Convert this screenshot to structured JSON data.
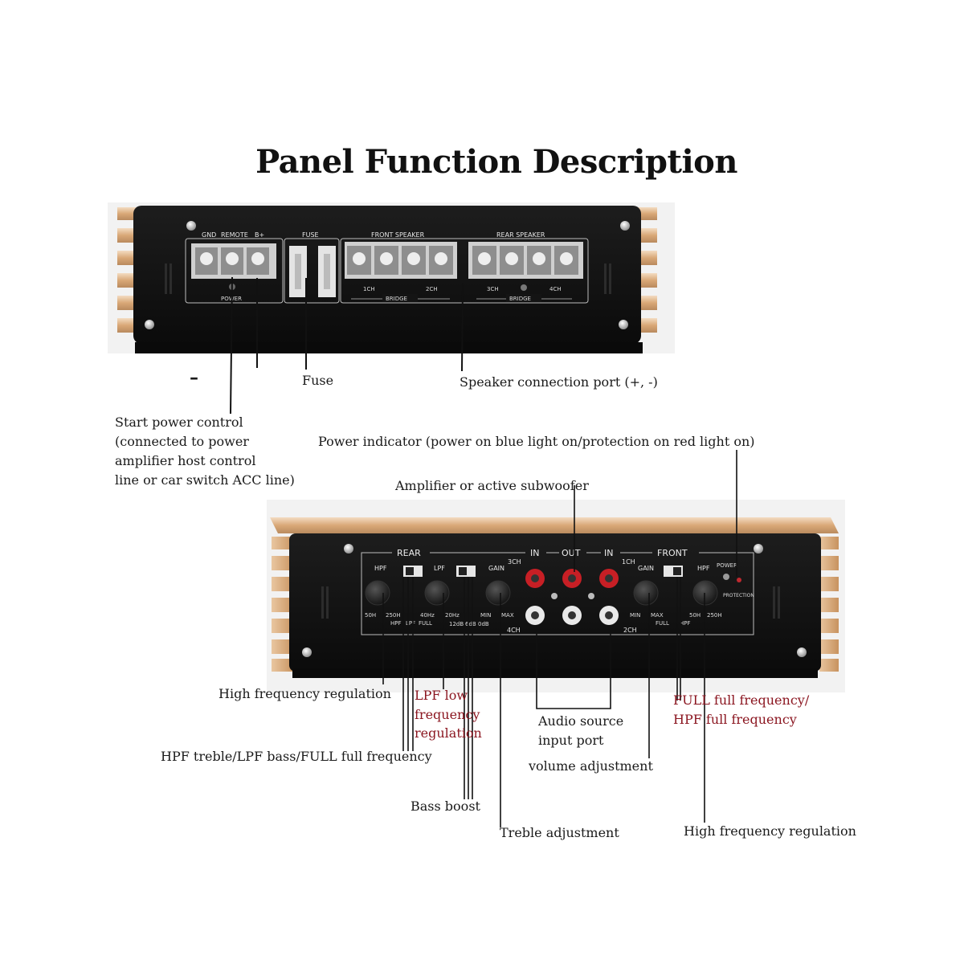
{
  "title": "Panel Function Description",
  "top_panel": {
    "gnd": "GND",
    "remote": "REMOTE",
    "bplus": "B+",
    "fuse": "FUSE",
    "front_speaker": "FRONT SPEAKER",
    "rear_speaker": "REAR SPEAKER",
    "power": "POWER",
    "ch1": "1CH",
    "ch2": "2CH",
    "ch3": "3CH",
    "ch4": "4CH",
    "bridge_1": "BRIDGE",
    "bridge_2": "BRIDGE"
  },
  "bottom_panel": {
    "rear": "REAR",
    "in_1": "IN",
    "out": "OUT",
    "in_2": "IN",
    "front": "FRONT",
    "hpf_left": "HPF",
    "lpf": "LPF",
    "gain_left": "GAIN",
    "ch3": "3CH",
    "ch1": "1CH",
    "gain_right": "GAIN",
    "hpf_right": "HPF",
    "power": "POWER",
    "protection": "PROTECTION",
    "f50h_left": "50H",
    "f250h_left": "250H",
    "hpf_sw_left": "HPF",
    "lpf_sw": "LPF",
    "f40hz": "40Hz",
    "f20hz": "20Hz",
    "full_sw_left": "FULL",
    "db12": "12dB",
    "db6": "6dB",
    "db0": "0dB",
    "min_left": "MIN",
    "max_left": "MAX",
    "ch4": "4CH",
    "ch2": "2CH",
    "min_right": "MIN",
    "max_right": "MAX",
    "full_sw_right": "FULL",
    "hpf_sw_right": "HPF",
    "f50h_right": "50H",
    "f250h_right": "250H"
  },
  "labels": {
    "minus": "–",
    "fuse": "Fuse",
    "speaker_port": "Speaker connection port (+, -)",
    "start_power_1": "Start power control",
    "start_power_2": "(connected to power",
    "start_power_3": "amplifier host control",
    "start_power_4": "line or car switch ACC line)",
    "power_indicator": "Power indicator (power on blue light on/protection on red light on)",
    "amp_subwoofer": "Amplifier or active subwoofer",
    "high_freq_left": "High frequency regulation",
    "lpf_low_1": "LPF low",
    "lpf_low_2": "frequency",
    "lpf_low_3": "regulation",
    "audio_source_1": "Audio source",
    "audio_source_2": "input port",
    "full_freq_1": "FULL full frequency/",
    "full_freq_2": "HPF full frequency",
    "hpf_treble": "HPF treble/LPF bass/FULL full frequency",
    "volume": "volume adjustment",
    "bass_boost": "Bass boost",
    "treble": "Treble adjustment",
    "high_freq_right": "High frequency regulation"
  },
  "colors": {
    "panel": "#141414",
    "gold": "#d8a878",
    "label_red": "#8b1620"
  }
}
